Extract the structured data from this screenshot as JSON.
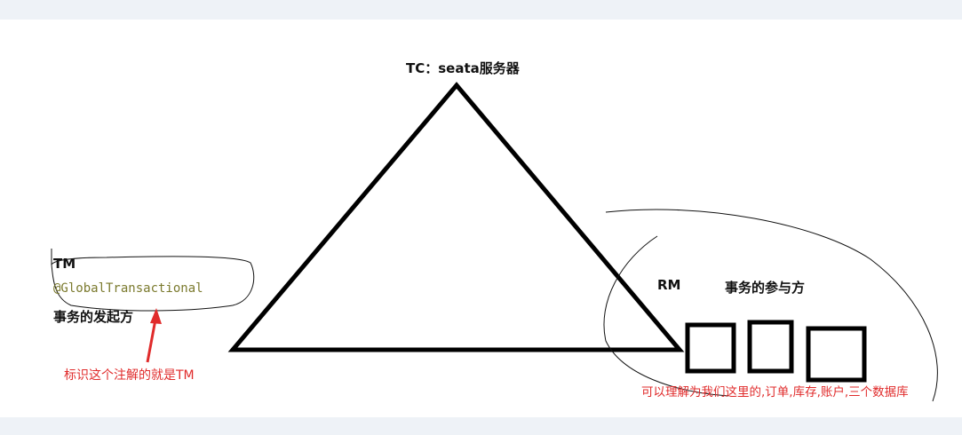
{
  "tc_label": "TC：seata服务器",
  "tm": {
    "title": "TM",
    "annotation": "@GlobalTransactional",
    "desc": "事务的发起方",
    "note": "标识这个注解的就是TM"
  },
  "rm": {
    "title": "RM",
    "desc": "事务的参与方",
    "note": "可以理解为我们这里的,订单,库存,账户,三个数据库"
  },
  "colors": {
    "stroke": "#000000",
    "annotation": "#7b7a2e",
    "note": "#e02b2b"
  }
}
